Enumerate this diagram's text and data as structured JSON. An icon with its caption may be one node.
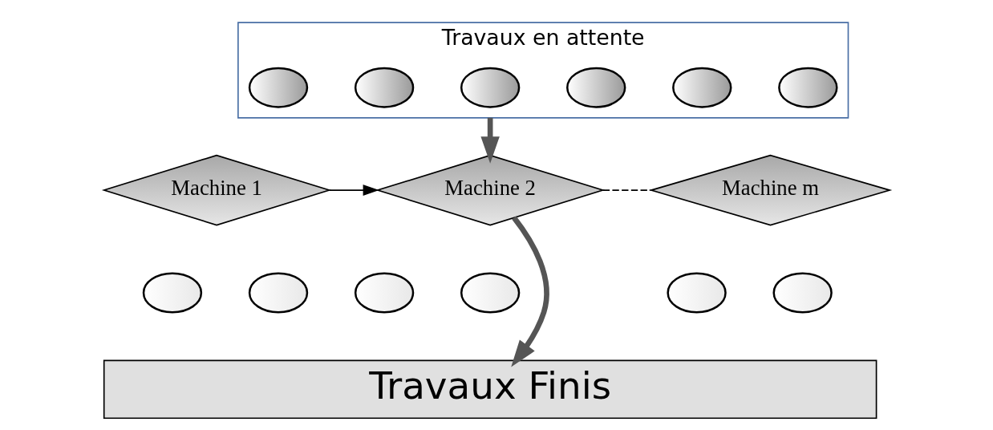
{
  "diagram": {
    "nodes": [
      {
        "text": [
          "Travaux en attente"
        ]
      },
      {
        "text": [],
        "shape": "circle",
        "in": 0
      },
      {
        "text": [],
        "shape": "circle",
        "in": 0
      },
      {
        "text": [],
        "shape": "circle",
        "in": 0
      },
      {
        "text": [],
        "shape": "circle",
        "in": 0
      },
      {
        "text": [],
        "shape": "circle",
        "in": 0
      },
      {
        "text": [],
        "shape": "circle",
        "in": 0
      },
      {
        "text": [
          "Machine 1"
        ]
      },
      {
        "text": [
          "Machine 2"
        ]
      },
      {
        "text": [
          "Machine m"
        ]
      },
      {
        "text": [],
        "shape": "circle"
      },
      {
        "text": [],
        "shape": "circle"
      },
      {
        "text": [],
        "shape": "circle"
      },
      {
        "text": [],
        "shape": "circle"
      },
      {
        "text": [],
        "shape": "circle"
      },
      {
        "text": [],
        "shape": "circle"
      },
      {
        "text": [
          "Travaux Finis"
        ]
      }
    ],
    "edges": [
      {
        "from": 0,
        "to": 8,
        "arrow": "to",
        "style": "thick"
      },
      {
        "from": 7,
        "to": 8,
        "arrow": "to"
      },
      {
        "from": 8,
        "to": 9,
        "arrow": "none",
        "style": "dashed"
      },
      {
        "from": 8,
        "to": 16,
        "arrow": "to",
        "style": "thick"
      }
    ]
  }
}
